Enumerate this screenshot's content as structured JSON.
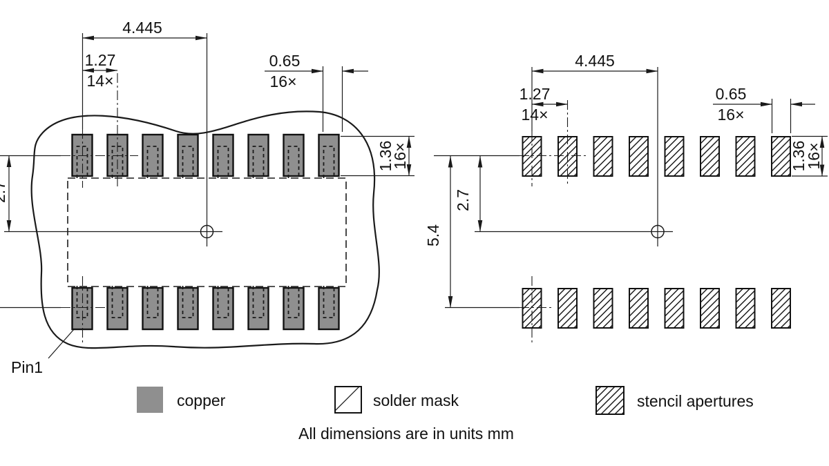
{
  "dimensions": {
    "center_span": {
      "value": "4.445"
    },
    "pitch": {
      "value": "1.27",
      "count": "14×"
    },
    "pad_width": {
      "value": "0.65",
      "count": "16×"
    },
    "pad_height": {
      "value": "1.36",
      "count": "16×"
    },
    "row_to_center": {
      "value": "2.7"
    },
    "row_to_row": {
      "value": "5.4"
    }
  },
  "annotations": {
    "pin1": "Pin1"
  },
  "legend": {
    "copper": "copper",
    "solder_mask": "solder mask",
    "stencil_apertures": "stencil apertures"
  },
  "note": "All dimensions are in units mm",
  "colors": {
    "copper": "#8f8f8f",
    "line": "#1a1a1a",
    "background": "#ffffff"
  }
}
